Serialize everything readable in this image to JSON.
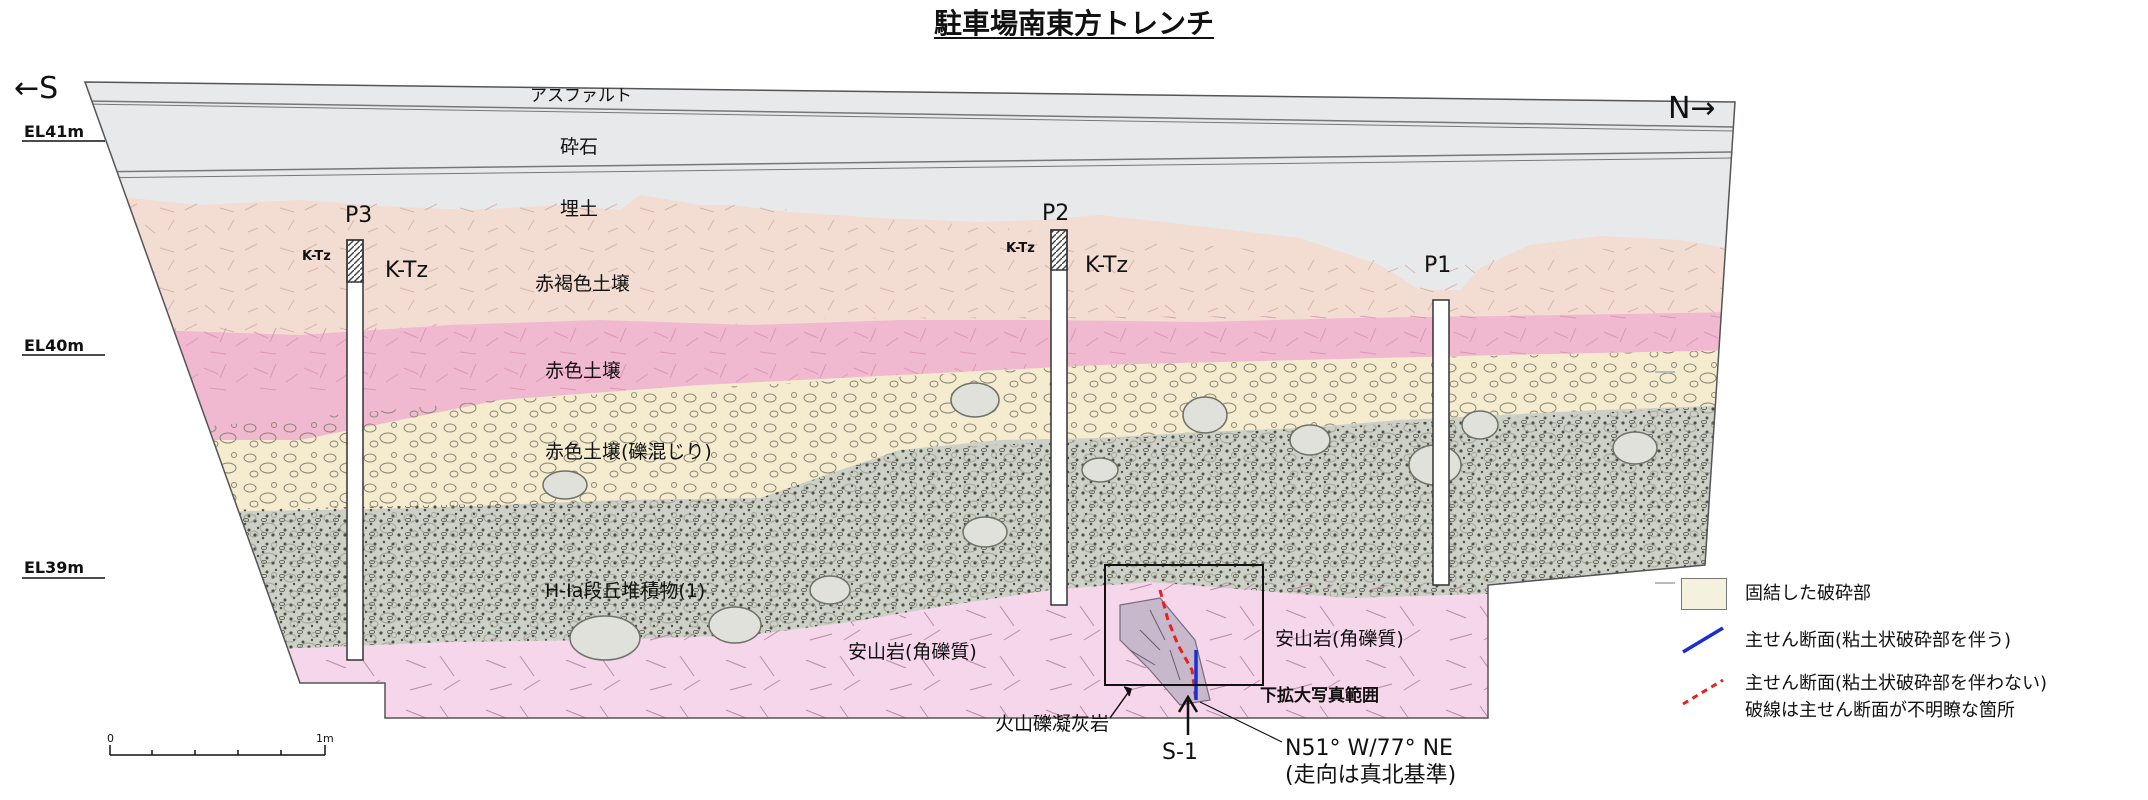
{
  "title": "駐車場南東方トレンチ",
  "directions": {
    "south": "←S",
    "north": "N→"
  },
  "elevations": [
    "EL41m",
    "EL40m",
    "EL39m"
  ],
  "layers": {
    "asphalt": "アスファルト",
    "crushed_stone": "砕石",
    "fill": "埋土",
    "reddish_brown_soil": "赤褐色土壌",
    "red_soil": "赤色土壌",
    "red_soil_gravel": "赤色土壌(礫混じり)",
    "terrace_deposit": "H-Ⅰa段丘堆積物(1)",
    "andesite_left": "安山岩(角礫質)",
    "andesite_right": "安山岩(角礫質)",
    "tuff_breccia": "火山礫凝灰岩"
  },
  "pits": [
    {
      "label": "P3",
      "tephra": "K-Tz",
      "tephra_small": "K-Tz"
    },
    {
      "label": "P2",
      "tephra": "K-Tz",
      "tephra_small": "K-Tz"
    },
    {
      "label": "P1"
    }
  ],
  "enlarged_area_label": "下拡大写真範囲",
  "fault": {
    "section_label": "S-1",
    "strike_dip": "N51° W/77° NE",
    "strike_note": "(走向は真北基準)"
  },
  "scale": {
    "start": "0",
    "end": "1m"
  },
  "legend": [
    {
      "label": "固結した破砕部",
      "color": "#f4f1df"
    },
    {
      "label": "主せん断面(粘土状破砕部を伴う)",
      "color": "#1a2fd0"
    },
    {
      "label": "主せん断面(粘土状破砕部を伴わない)",
      "color": "#e82020"
    },
    {
      "label": "破線は主せん断面が不明瞭な箇所"
    }
  ],
  "colors": {
    "pavement": "#e8e9eb",
    "reddish_brown": "#f3dcd2",
    "red_soil": "#f0b9d0",
    "gravel_soil": "#f5ebcf",
    "terrace": "#ccd0c6",
    "andesite": "#f6d6ea"
  }
}
